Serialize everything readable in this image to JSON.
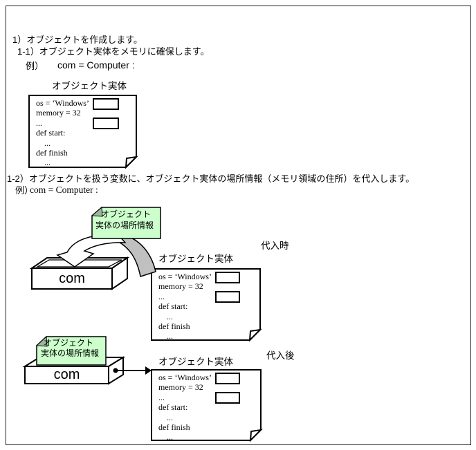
{
  "step1": {
    "heading": "1）オブジェクトを作成します。",
    "sub_heading": "1-1）オブジェクト実体をメモリに確保します。",
    "example_prefix": "例）",
    "example_code": "com = Computer :"
  },
  "step1_2": {
    "heading": "1-2）オブジェクトを扱う変数に、オブジェクト実体の場所情報（メモリ領域の住所）を代入します。",
    "example_prefix": "例）",
    "example_code": "com = Computer :"
  },
  "object_entity": {
    "label": "オブジェクト実体",
    "lines": [
      "os = ‘Windows’",
      "memory = 32",
      "...",
      "def start:",
      "    ...",
      "def finish",
      "    ..."
    ]
  },
  "location_note": {
    "line1": "オブジェクト",
    "line2": "実体の場所情報"
  },
  "variable_box": {
    "label": "com"
  },
  "states": {
    "at_assignment": "代入時",
    "after_assignment": "代入後"
  },
  "colors": {
    "note_green": "#ccffcc",
    "note_fold": "#9cb89c",
    "shadow_gray": "#c0c0c0",
    "line": "#000000"
  }
}
